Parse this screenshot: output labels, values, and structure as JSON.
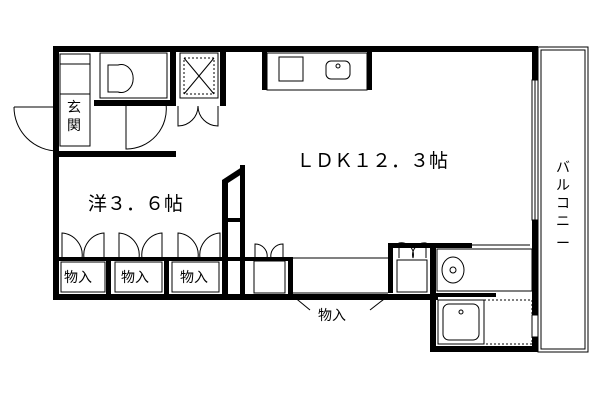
{
  "floor_plan": {
    "rooms": {
      "ldk": "ＬＤＫ１２．３帖",
      "western": "洋３．６帖",
      "entrance": [
        "玄",
        "関"
      ],
      "balcony": [
        "バ",
        "ル",
        "コ",
        "ニ",
        "ー"
      ]
    },
    "closets": [
      "物入",
      "物入",
      "物入",
      "物入"
    ]
  }
}
